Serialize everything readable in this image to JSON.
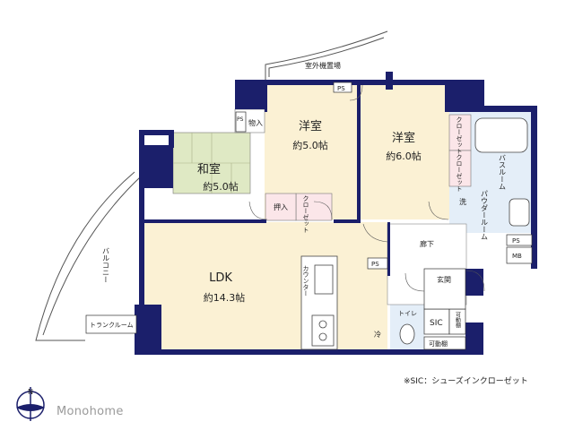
{
  "rooms": {
    "washitsu": {
      "name": "和室",
      "size": "約5.0帖"
    },
    "yoshitsu1": {
      "name": "洋室",
      "size": "約5.0帖"
    },
    "yoshitsu2": {
      "name": "洋室",
      "size": "約6.0帖"
    },
    "ldk": {
      "name": "LDK",
      "size": "約14.3帖"
    }
  },
  "labels": {
    "outdoor_unit": "室外機置場",
    "ps_top": "PS",
    "ps_small": "PS",
    "monoire": "物入",
    "oshiire": "押入",
    "closet_a": "クローゼット",
    "closet_b": "クローゼット",
    "closet_c": "クローゼット",
    "bath": "バスルーム",
    "powder": "パウダールーム",
    "wash": "洗",
    "ps_bath": "PS",
    "mb": "MB",
    "hallway": "廊下",
    "ps_hall": "PS",
    "entrance": "玄関",
    "toilet": "トイレ",
    "sic": "SIC",
    "movable_shelf_1": "可動棚",
    "movable_shelf_2": "可動棚",
    "counter": "カウンター",
    "fridge": "冷",
    "balcony": "バルコニー",
    "trunk_room": "トランクルーム"
  },
  "footnote": "※SIC：シューズインクローゼット",
  "brand": "Monohome",
  "compass": "N",
  "colors": {
    "wall": "#1b1f6b",
    "washitsu_fill": "#dfe9c4",
    "wood_fill": "#fbf1d4",
    "wet_fill": "#e4eef8",
    "closet_fill": "#fbe6e9",
    "hall_fill": "#ffffff"
  }
}
